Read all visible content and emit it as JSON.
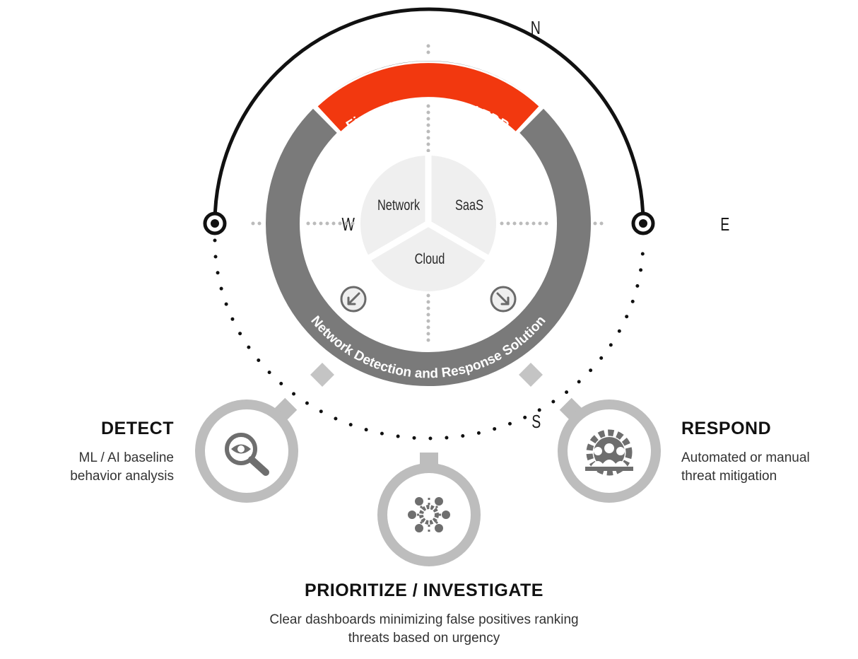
{
  "compass": {
    "n": "N",
    "s": "S",
    "e": "E",
    "w": "W"
  },
  "ring": {
    "top_label": "Firewall / IDS / IPS / EDR",
    "bottom_label": "Network Detection and Response Solution"
  },
  "center": {
    "segments": [
      "Network",
      "SaaS",
      "Cloud"
    ]
  },
  "steps": {
    "detect": {
      "title": "DETECT",
      "desc_line1": "ML / AI baseline",
      "desc_line2": "behavior analysis"
    },
    "prioritize": {
      "title": "PRIORITIZE / INVESTIGATE",
      "desc_line1": "Clear dashboards minimizing false positives ranking",
      "desc_line2": "threats based on urgency"
    },
    "respond": {
      "title": "RESPOND",
      "desc_line1": "Automated or manual",
      "desc_line2": "threat mitigation"
    }
  },
  "icons": {
    "detect": "magnifier-eye-icon",
    "prioritize": "network-gear-icon",
    "respond": "people-gear-icon",
    "left_arrow": "arrow-down-left-icon",
    "right_arrow": "arrow-down-right-icon"
  },
  "colors": {
    "accent_red": "#f2380f",
    "ring_gray": "#7a7a7a",
    "light_gray": "#bdbdbd",
    "center_fill": "#efefef",
    "dark": "#111111"
  }
}
